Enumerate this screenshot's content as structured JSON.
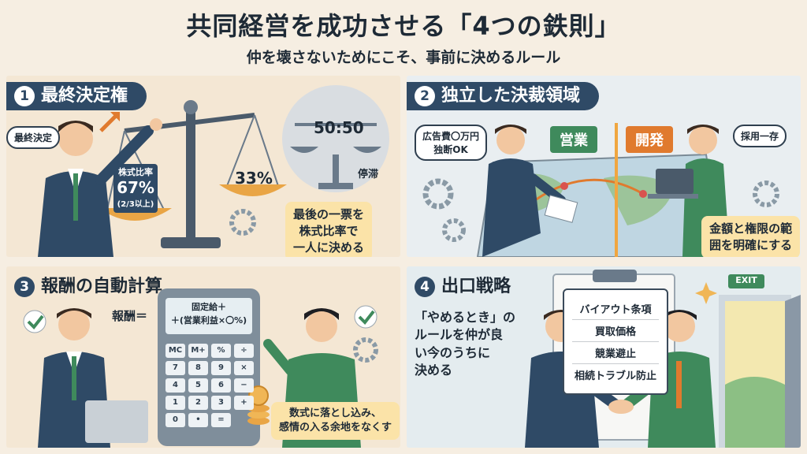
{
  "header": {
    "title": "共同経営を成功させる「4つの鉄則」",
    "subtitle": "仲を壊さないためにこそ、事前に決めるルール"
  },
  "panels": [
    {
      "number": "1",
      "title": "最終決定権",
      "bubble": "最終決定",
      "share_label": "株式比率",
      "share_value": "67%",
      "share_note": "(2/3以上)",
      "pan_value": "33%",
      "tie_value": "50:50",
      "tie_label": "停滞",
      "note_lines": [
        "最後の一票を",
        "株式比率で",
        "一人に決める"
      ]
    },
    {
      "number": "2",
      "title": "独立した決裁領域",
      "bubble_left_lines": [
        "広告費〇万円",
        "独断OK"
      ],
      "tag_left": "営業",
      "tag_right": "開発",
      "bubble_right": "採用一存",
      "note_lines": [
        "金額と権限の範",
        "囲を明確にする"
      ]
    },
    {
      "number": "3",
      "title": "報酬の自動計算",
      "formula_label": "報酬＝",
      "formula_lines": [
        "固定給＋",
        "＋(営業利益×〇%)"
      ],
      "calc_keys": [
        [
          "MC",
          "M+",
          "%",
          "÷"
        ],
        [
          "7",
          "8",
          "9",
          "×"
        ],
        [
          "4",
          "5",
          "6",
          "−"
        ],
        [
          "1",
          "2",
          "3",
          "+"
        ],
        [
          "0",
          "•",
          "=",
          ""
        ]
      ],
      "note_lines": [
        "数式に落とし込み、",
        "感情の入る余地をなくす"
      ]
    },
    {
      "number": "4",
      "title": "出口戦略",
      "exit_sign": "EXIT",
      "text_lines": [
        "「やめるとき」の",
        "ルールを仲が良",
        "い今のうちに",
        "決める"
      ],
      "checklist": [
        "バイアウト条項",
        "買取価格",
        "競業避止",
        "相続トラブル防止"
      ]
    }
  ],
  "colors": {
    "navy": "#2f4a66",
    "green_tag": "#3f8a5c",
    "orange_tag": "#e07a2e",
    "note_yellow": "#fbe3a8",
    "warm_bg": "#f4e7d4"
  }
}
